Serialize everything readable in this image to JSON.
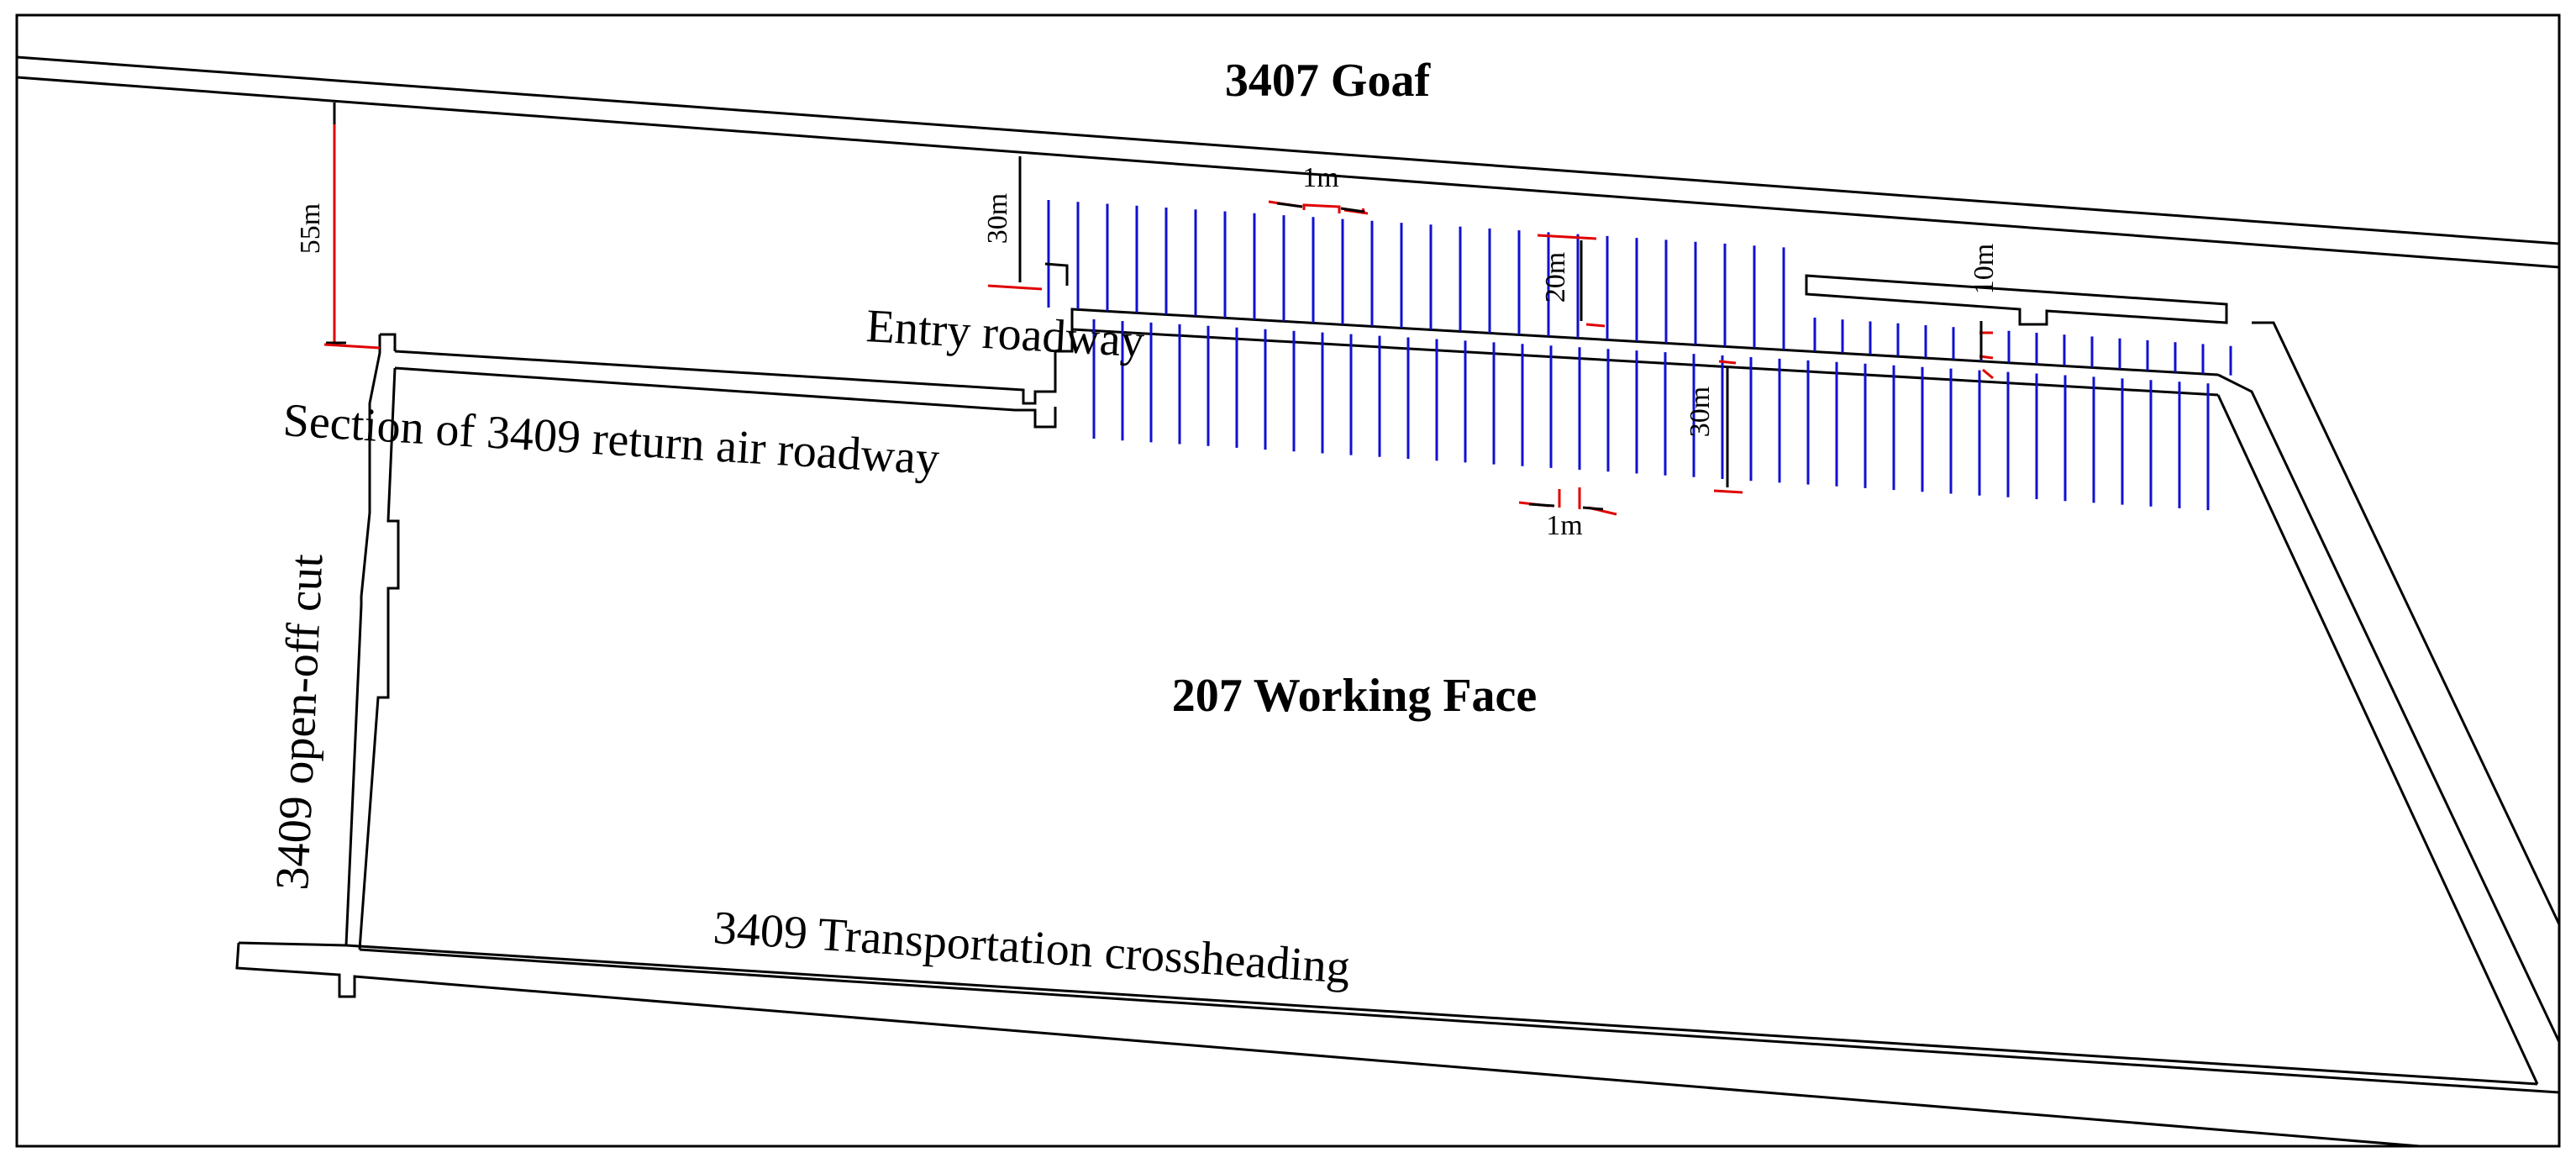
{
  "labels": {
    "goaf": "3407 Goaf",
    "working_face": "207 Working Face",
    "entry_roadway": "Entry roadway",
    "return_air_roadway": "Section of 3409 return air roadway",
    "open_off_cut": "3409 open-off cut",
    "transportation_crossheading": "3409 Transportation crossheading"
  },
  "dimensions": {
    "d55": "55m",
    "d30_top": "30m",
    "d1_top": "1m",
    "d20": "20m",
    "d10": "10m",
    "d30_bottom": "30m",
    "d1_bottom": "1m"
  },
  "colors": {
    "boreholes": "#1010d0",
    "dimension_lines": "#e00000",
    "roadway_outline": "#000000"
  }
}
